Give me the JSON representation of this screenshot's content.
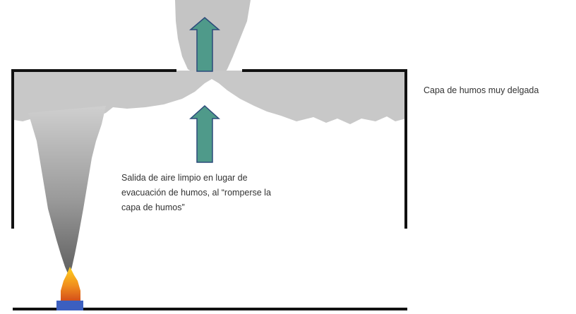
{
  "labels": {
    "thin_layer": "Capa de humos muy delgada",
    "exit_lines": [
      "Salida de aire limpio en lugar de",
      "evacuación de humos, al “romperse la",
      "capa de humos”"
    ]
  },
  "colors": {
    "smoke": "#c8c8c8",
    "smoke_dark": "#6e6e6e",
    "arrow_fill": "#4f9a8a",
    "arrow_stroke": "#2c4a7a",
    "walls": "#111111",
    "burner": "#3c5fc0",
    "flame_outer": "#d24a1a",
    "flame_mid": "#f08c1e",
    "flame_inner": "#ffd21e"
  },
  "icons": [
    "up-arrow-icon",
    "fire-icon"
  ]
}
